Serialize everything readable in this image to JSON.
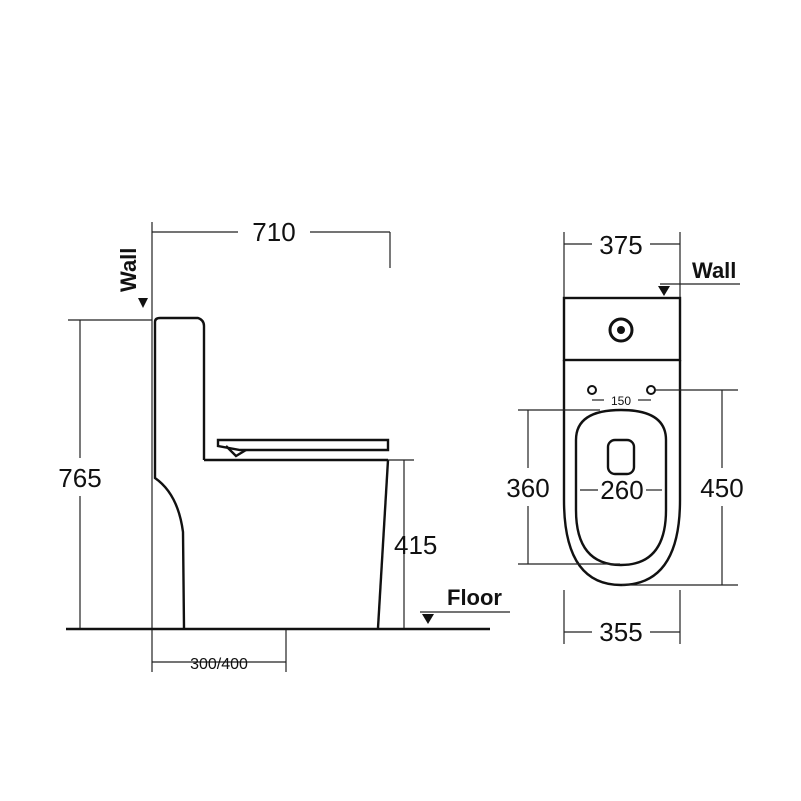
{
  "side_view": {
    "width": "710",
    "height": "765",
    "seat_height": "415",
    "rough_in": "300/400",
    "wall_label": "Wall",
    "floor_label": "Floor"
  },
  "top_view": {
    "tank_width": "375",
    "bowl_width": "355",
    "opening_length": "360",
    "opening_width": "260",
    "total_length": "450",
    "hinge_spacing": "150",
    "wall_label": "Wall"
  },
  "colors": {
    "line": "#111111",
    "background": "#ffffff"
  }
}
